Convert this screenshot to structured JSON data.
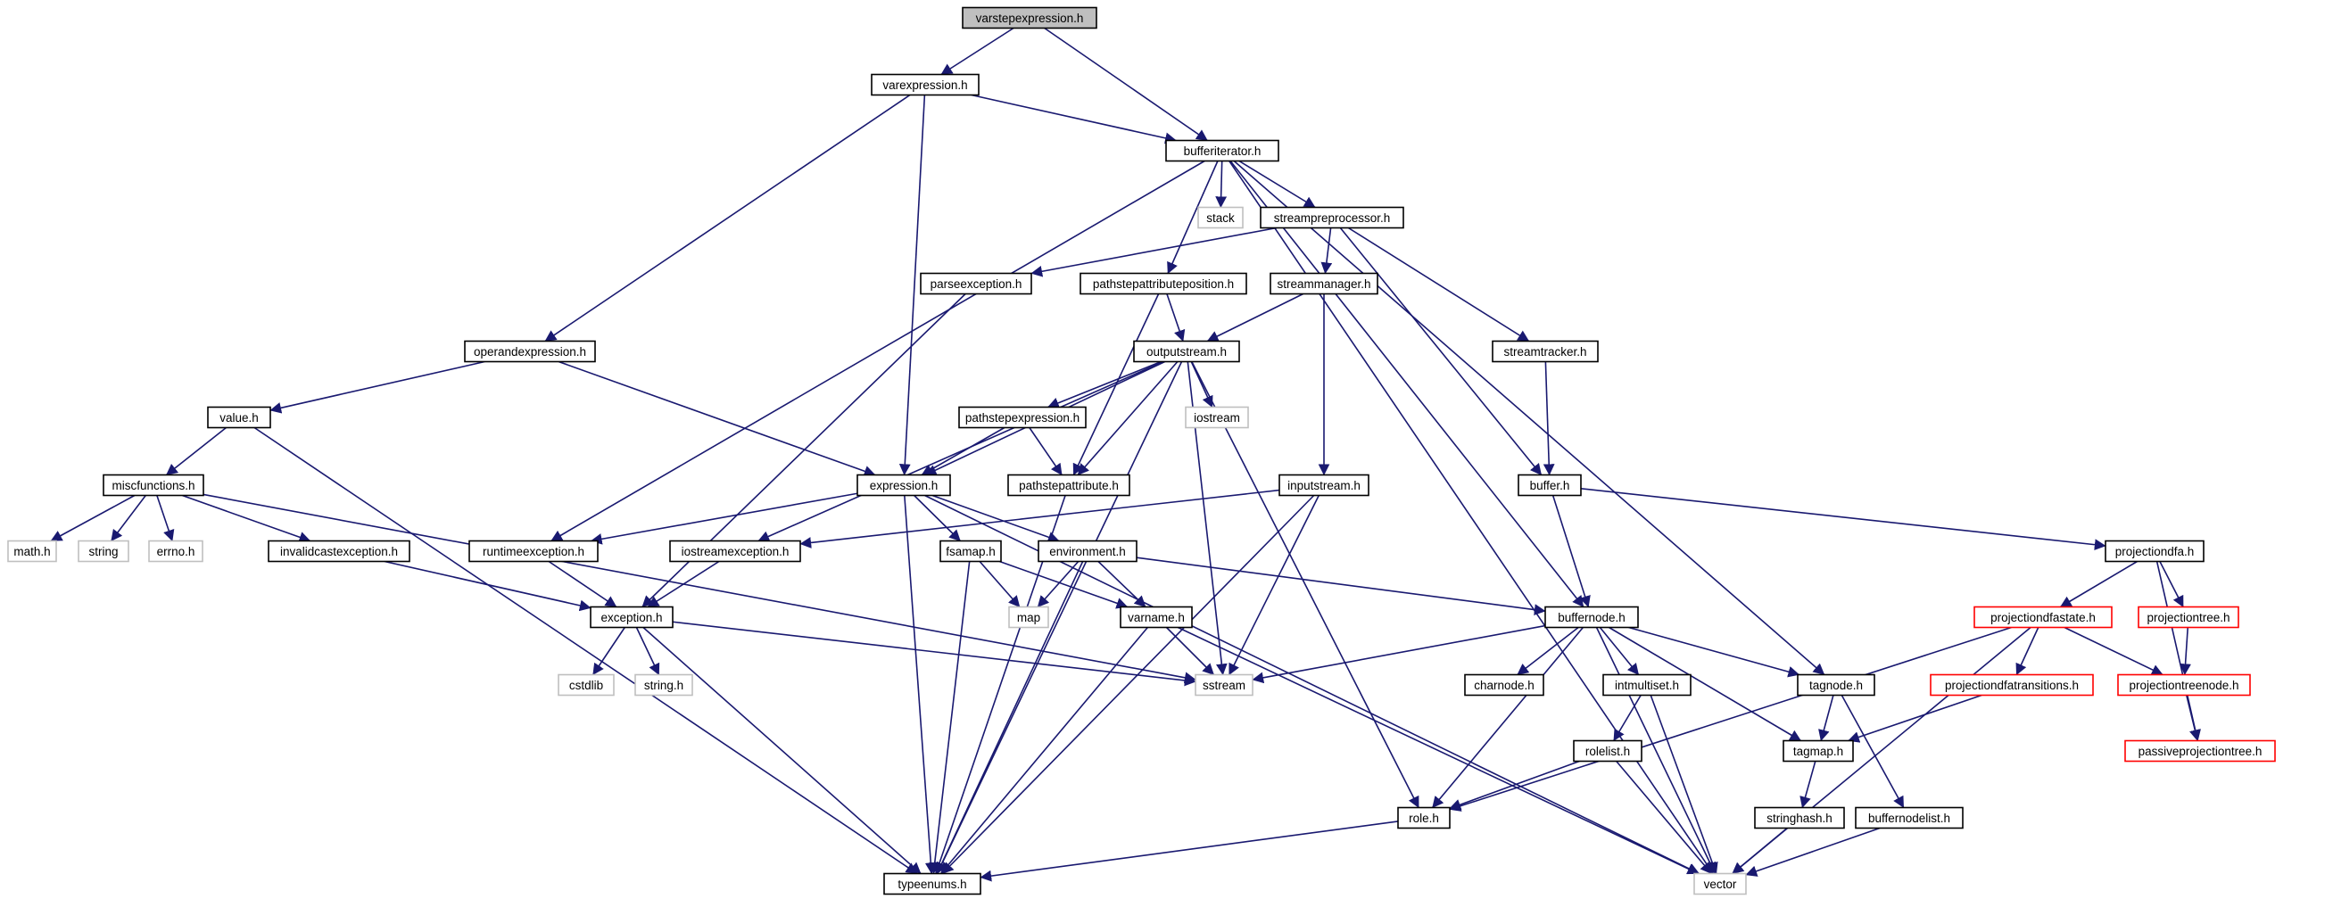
{
  "colors": {
    "edge": "#191970",
    "node_border_default": "#000000",
    "node_border_external": "#bfbfbf",
    "node_border_truncated": "#ff0000",
    "root_fill": "#bfbfbf",
    "text": "#000000"
  },
  "nodes": [
    {
      "id": "varstepexpression",
      "label": "varstepexpression.h",
      "kind": "root"
    },
    {
      "id": "varexpression",
      "label": "varexpression.h",
      "kind": "normal"
    },
    {
      "id": "bufferiterator",
      "label": "bufferiterator.h",
      "kind": "normal"
    },
    {
      "id": "stack",
      "label": "stack",
      "kind": "external"
    },
    {
      "id": "streampreprocessor",
      "label": "streampreprocessor.h",
      "kind": "normal"
    },
    {
      "id": "parseexception",
      "label": "parseexception.h",
      "kind": "normal"
    },
    {
      "id": "pathstepattributeposition",
      "label": "pathstepattributeposition.h",
      "kind": "normal"
    },
    {
      "id": "streammanager",
      "label": "streammanager.h",
      "kind": "normal"
    },
    {
      "id": "operandexpression",
      "label": "operandexpression.h",
      "kind": "normal"
    },
    {
      "id": "outputstream",
      "label": "outputstream.h",
      "kind": "normal"
    },
    {
      "id": "streamtracker",
      "label": "streamtracker.h",
      "kind": "normal"
    },
    {
      "id": "value",
      "label": "value.h",
      "kind": "normal"
    },
    {
      "id": "pathstepexpression",
      "label": "pathstepexpression.h",
      "kind": "normal"
    },
    {
      "id": "iostream",
      "label": "iostream",
      "kind": "external"
    },
    {
      "id": "miscfunctions",
      "label": "miscfunctions.h",
      "kind": "normal"
    },
    {
      "id": "expression",
      "label": "expression.h",
      "kind": "normal"
    },
    {
      "id": "pathstepattribute",
      "label": "pathstepattribute.h",
      "kind": "normal"
    },
    {
      "id": "inputstream",
      "label": "inputstream.h",
      "kind": "normal"
    },
    {
      "id": "buffer",
      "label": "buffer.h",
      "kind": "normal"
    },
    {
      "id": "math",
      "label": "math.h",
      "kind": "external"
    },
    {
      "id": "string",
      "label": "string",
      "kind": "external"
    },
    {
      "id": "errno",
      "label": "errno.h",
      "kind": "external"
    },
    {
      "id": "invalidcastexception",
      "label": "invalidcastexception.h",
      "kind": "normal"
    },
    {
      "id": "runtimeexception",
      "label": "runtimeexception.h",
      "kind": "normal"
    },
    {
      "id": "iostreamexception",
      "label": "iostreamexception.h",
      "kind": "normal"
    },
    {
      "id": "fsamap",
      "label": "fsamap.h",
      "kind": "normal"
    },
    {
      "id": "environment",
      "label": "environment.h",
      "kind": "normal"
    },
    {
      "id": "projectiondfa",
      "label": "projectiondfa.h",
      "kind": "normal"
    },
    {
      "id": "exception",
      "label": "exception.h",
      "kind": "normal"
    },
    {
      "id": "map",
      "label": "map",
      "kind": "external"
    },
    {
      "id": "varname",
      "label": "varname.h",
      "kind": "normal"
    },
    {
      "id": "buffernode",
      "label": "buffernode.h",
      "kind": "normal"
    },
    {
      "id": "projectiondfastate",
      "label": "projectiondfastate.h",
      "kind": "truncated"
    },
    {
      "id": "projectiontree",
      "label": "projectiontree.h",
      "kind": "truncated"
    },
    {
      "id": "cstdlib",
      "label": "cstdlib",
      "kind": "external"
    },
    {
      "id": "string_h",
      "label": "string.h",
      "kind": "external"
    },
    {
      "id": "sstream",
      "label": "sstream",
      "kind": "external"
    },
    {
      "id": "charnode",
      "label": "charnode.h",
      "kind": "normal"
    },
    {
      "id": "intmultiset",
      "label": "intmultiset.h",
      "kind": "normal"
    },
    {
      "id": "tagnode",
      "label": "tagnode.h",
      "kind": "normal"
    },
    {
      "id": "projectiondfatransitions",
      "label": "projectiondfatransitions.h",
      "kind": "truncated"
    },
    {
      "id": "projectiontreenode",
      "label": "projectiontreenode.h",
      "kind": "truncated"
    },
    {
      "id": "rolelist",
      "label": "rolelist.h",
      "kind": "normal"
    },
    {
      "id": "tagmap",
      "label": "tagmap.h",
      "kind": "normal"
    },
    {
      "id": "passiveprojectiontree",
      "label": "passiveprojectiontree.h",
      "kind": "truncated"
    },
    {
      "id": "role",
      "label": "role.h",
      "kind": "normal"
    },
    {
      "id": "stringhash",
      "label": "stringhash.h",
      "kind": "normal"
    },
    {
      "id": "buffernodelist",
      "label": "buffernodelist.h",
      "kind": "normal"
    },
    {
      "id": "typeenums",
      "label": "typeenums.h",
      "kind": "normal"
    },
    {
      "id": "vector",
      "label": "vector",
      "kind": "external"
    }
  ],
  "edges": [
    [
      "varstepexpression",
      "varexpression"
    ],
    [
      "varstepexpression",
      "bufferiterator"
    ],
    [
      "varexpression",
      "bufferiterator"
    ],
    [
      "varexpression",
      "operandexpression"
    ],
    [
      "varexpression",
      "expression"
    ],
    [
      "bufferiterator",
      "stack"
    ],
    [
      "bufferiterator",
      "streampreprocessor"
    ],
    [
      "bufferiterator",
      "pathstepattributeposition"
    ],
    [
      "bufferiterator",
      "runtimeexception"
    ],
    [
      "bufferiterator",
      "buffernode"
    ],
    [
      "bufferiterator",
      "tagnode"
    ],
    [
      "bufferiterator",
      "vector"
    ],
    [
      "streampreprocessor",
      "parseexception"
    ],
    [
      "streampreprocessor",
      "streammanager"
    ],
    [
      "streampreprocessor",
      "streamtracker"
    ],
    [
      "streampreprocessor",
      "buffer"
    ],
    [
      "parseexception",
      "exception"
    ],
    [
      "pathstepattributeposition",
      "outputstream"
    ],
    [
      "pathstepattributeposition",
      "pathstepattribute"
    ],
    [
      "streammanager",
      "outputstream"
    ],
    [
      "streammanager",
      "inputstream"
    ],
    [
      "operandexpression",
      "value"
    ],
    [
      "operandexpression",
      "expression"
    ],
    [
      "outputstream",
      "pathstepexpression"
    ],
    [
      "outputstream",
      "iostream"
    ],
    [
      "outputstream",
      "expression"
    ],
    [
      "outputstream",
      "pathstepattribute"
    ],
    [
      "outputstream",
      "iostreamexception"
    ],
    [
      "outputstream",
      "sstream"
    ],
    [
      "outputstream",
      "role"
    ],
    [
      "outputstream",
      "typeenums"
    ],
    [
      "streamtracker",
      "buffer"
    ],
    [
      "value",
      "miscfunctions"
    ],
    [
      "value",
      "typeenums"
    ],
    [
      "pathstepexpression",
      "expression"
    ],
    [
      "pathstepexpression",
      "pathstepattribute"
    ],
    [
      "miscfunctions",
      "math"
    ],
    [
      "miscfunctions",
      "string"
    ],
    [
      "miscfunctions",
      "errno"
    ],
    [
      "miscfunctions",
      "invalidcastexception"
    ],
    [
      "miscfunctions",
      "sstream"
    ],
    [
      "expression",
      "runtimeexception"
    ],
    [
      "expression",
      "fsamap"
    ],
    [
      "expression",
      "environment"
    ],
    [
      "expression",
      "typeenums"
    ],
    [
      "expression",
      "vector"
    ],
    [
      "pathstepattribute",
      "typeenums"
    ],
    [
      "inputstream",
      "iostreamexception"
    ],
    [
      "inputstream",
      "sstream"
    ],
    [
      "inputstream",
      "typeenums"
    ],
    [
      "buffer",
      "buffernode"
    ],
    [
      "buffer",
      "projectiondfa"
    ],
    [
      "invalidcastexception",
      "exception"
    ],
    [
      "runtimeexception",
      "exception"
    ],
    [
      "iostreamexception",
      "exception"
    ],
    [
      "fsamap",
      "map"
    ],
    [
      "fsamap",
      "varname"
    ],
    [
      "fsamap",
      "typeenums"
    ],
    [
      "environment",
      "map"
    ],
    [
      "environment",
      "varname"
    ],
    [
      "environment",
      "buffernode"
    ],
    [
      "environment",
      "typeenums"
    ],
    [
      "projectiondfa",
      "projectiondfastate"
    ],
    [
      "projectiondfa",
      "projectiontree"
    ],
    [
      "projectiondfa",
      "passiveprojectiontree"
    ],
    [
      "exception",
      "cstdlib"
    ],
    [
      "exception",
      "string_h"
    ],
    [
      "exception",
      "sstream"
    ],
    [
      "exception",
      "typeenums"
    ],
    [
      "varname",
      "sstream"
    ],
    [
      "varname",
      "typeenums"
    ],
    [
      "varname",
      "vector"
    ],
    [
      "buffernode",
      "sstream"
    ],
    [
      "buffernode",
      "charnode"
    ],
    [
      "buffernode",
      "intmultiset"
    ],
    [
      "buffernode",
      "tagnode"
    ],
    [
      "buffernode",
      "tagmap"
    ],
    [
      "buffernode",
      "role"
    ],
    [
      "buffernode",
      "vector"
    ],
    [
      "projectiondfastate",
      "projectiondfatransitions"
    ],
    [
      "projectiondfastate",
      "projectiontreenode"
    ],
    [
      "projectiondfastate",
      "role"
    ],
    [
      "projectiondfastate",
      "vector"
    ],
    [
      "projectiontree",
      "projectiontreenode"
    ],
    [
      "intmultiset",
      "rolelist"
    ],
    [
      "intmultiset",
      "vector"
    ],
    [
      "tagnode",
      "tagmap"
    ],
    [
      "tagnode",
      "buffernodelist"
    ],
    [
      "projectiondfatransitions",
      "tagmap"
    ],
    [
      "projectiontreenode",
      "passiveprojectiontree"
    ],
    [
      "rolelist",
      "role"
    ],
    [
      "rolelist",
      "vector"
    ],
    [
      "tagmap",
      "stringhash"
    ],
    [
      "role",
      "typeenums"
    ],
    [
      "stringhash",
      "vector"
    ],
    [
      "buffernodelist",
      "vector"
    ]
  ]
}
